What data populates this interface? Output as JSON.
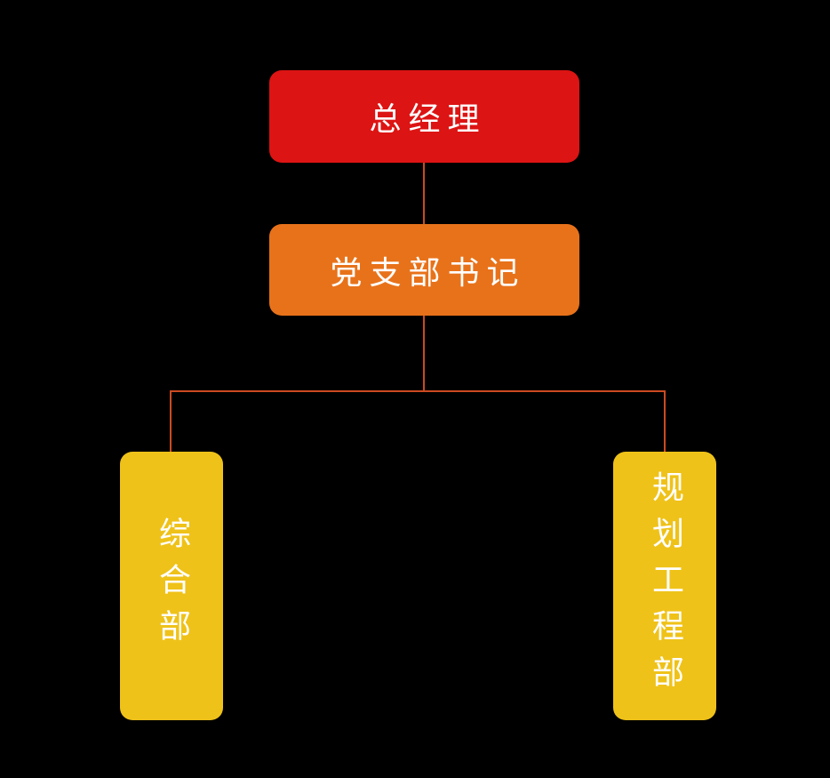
{
  "canvas": {
    "background": "#000000",
    "text_color": "#ffffff"
  },
  "connector_color": "#cc4a21",
  "nodes": {
    "general_manager": {
      "label": "总经理",
      "color": "#dc1413"
    },
    "party_branch_secretary": {
      "label": "党支部书记",
      "color": "#e8721a"
    },
    "general_office": {
      "label": "综合部",
      "color": "#efc219"
    },
    "planning_engineering_dept": {
      "label": "规划工程部",
      "color": "#efc219"
    }
  }
}
